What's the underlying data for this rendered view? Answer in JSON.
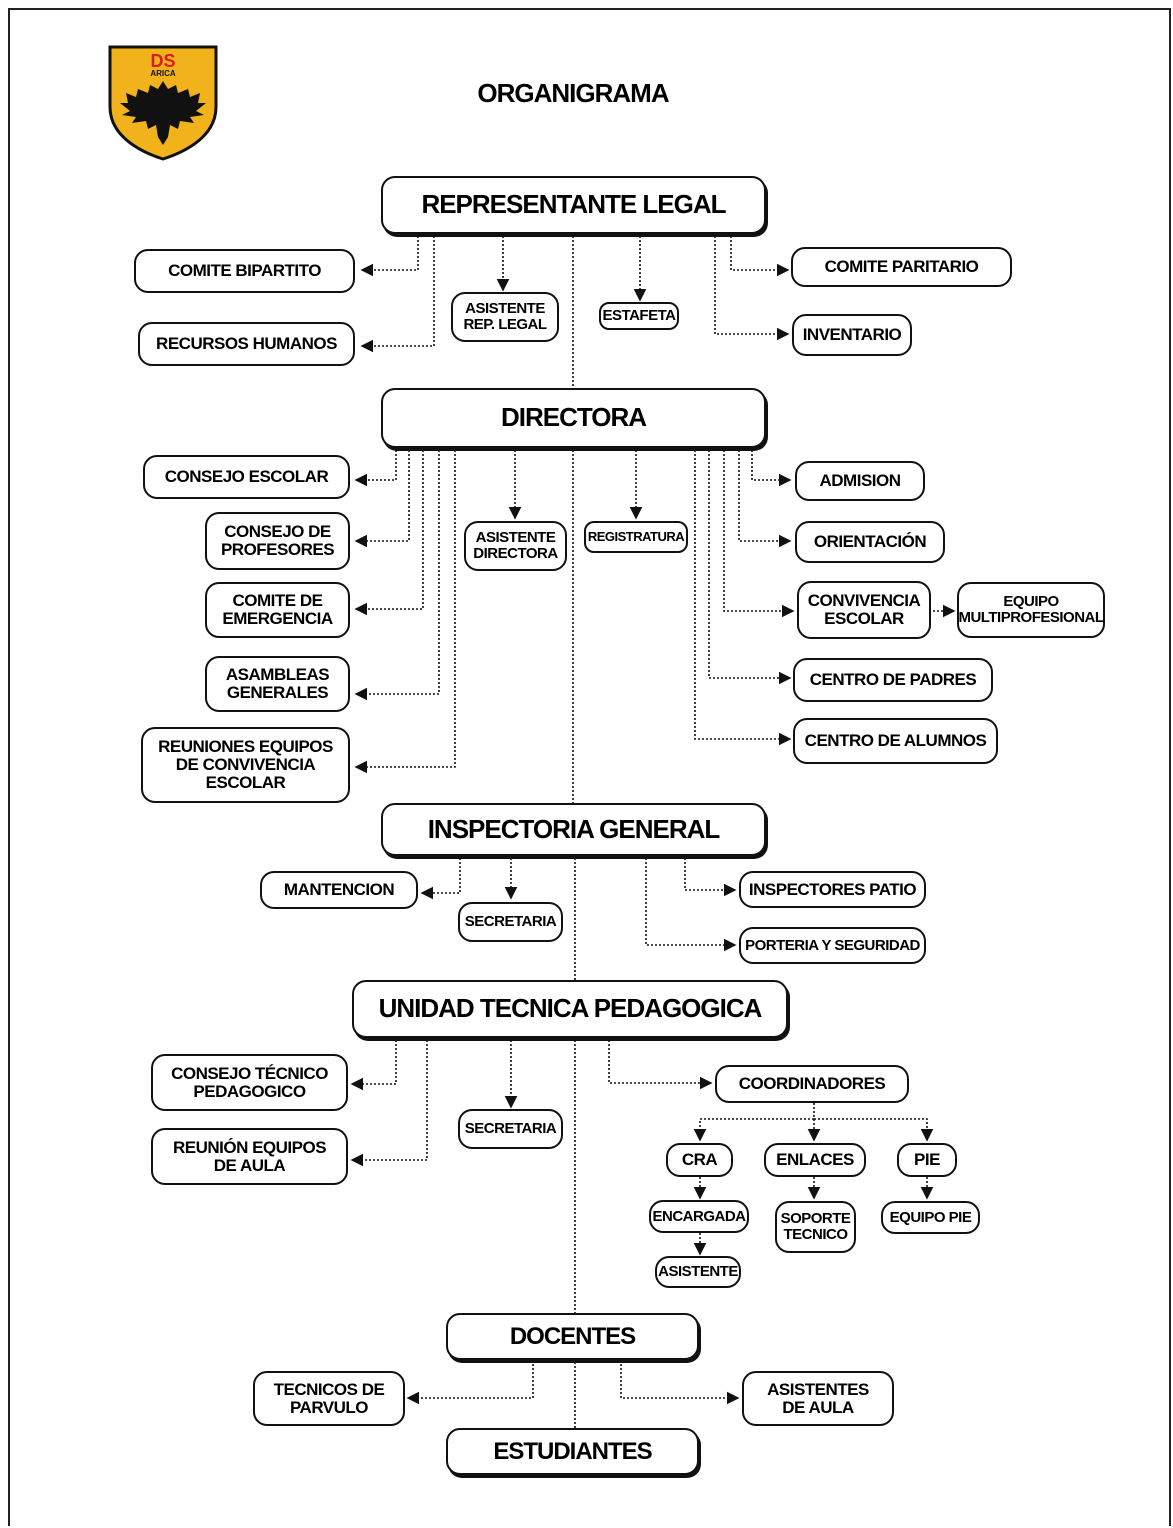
{
  "title": "ORGANIGRAMA",
  "logo": {
    "line1": "DS",
    "line2": "ARICA",
    "colors": {
      "shield": "#f2b21c",
      "text": "#d42020",
      "bird": "#111111"
    }
  },
  "nodes": {
    "representante_legal": "REPRESENTANTE LEGAL",
    "comite_bipartito": "COMITE BIPARTITO",
    "recursos_humanos": "RECURSOS HUMANOS",
    "asistente_rep_legal": "ASISTENTE\nREP. LEGAL",
    "estafeta": "ESTAFETA",
    "comite_paritario": "COMITE PARITARIO",
    "inventario": "INVENTARIO",
    "directora": "DIRECTORA",
    "consejo_escolar": "CONSEJO ESCOLAR",
    "consejo_profesores": "CONSEJO DE\nPROFESORES",
    "comite_emergencia": "COMITE DE\nEMERGENCIA",
    "asambleas_generales": "ASAMBLEAS\nGENERALES",
    "reuniones_equipos_convivencia": "REUNIONES EQUIPOS\nDE CONVIVENCIA\nESCOLAR",
    "asistente_directora": "ASISTENTE\nDIRECTORA",
    "registratura": "REGISTRATURA",
    "admision": "ADMISION",
    "orientacion": "ORIENTACIÓN",
    "convivencia_escolar": "CONVIVENCIA\nESCOLAR",
    "equipo_multiprofesional": "EQUIPO\nMULTIPROFESIONAL",
    "centro_padres": "CENTRO DE PADRES",
    "centro_alumnos": "CENTRO DE ALUMNOS",
    "inspectoria_general": "INSPECTORIA GENERAL",
    "mantencion": "MANTENCION",
    "secretaria_insp": "SECRETARIA",
    "inspectores_patio": "INSPECTORES PATIO",
    "porteria_seguridad": "PORTERIA Y SEGURIDAD",
    "utp": "UNIDAD TECNICA PEDAGOGICA",
    "consejo_tecnico": "CONSEJO TÉCNICO\nPEDAGOGICO",
    "reunion_equipos_aula": "REUNIÓN EQUIPOS\nDE AULA",
    "secretaria_utp": "SECRETARIA",
    "coordinadores": "COORDINADORES",
    "cra": "CRA",
    "enlaces": "ENLACES",
    "pie": "PIE",
    "encargada": "ENCARGADA",
    "asistente": "ASISTENTE",
    "soporte_tecnico": "SOPORTE\nTECNICO",
    "equipo_pie": "EQUIPO PIE",
    "docentes": "DOCENTES",
    "tecnicos_parvulo": "TECNICOS DE\nPARVULO",
    "asistentes_aula": "ASISTENTES\nDE AULA",
    "estudiantes": "ESTUDIANTES"
  }
}
